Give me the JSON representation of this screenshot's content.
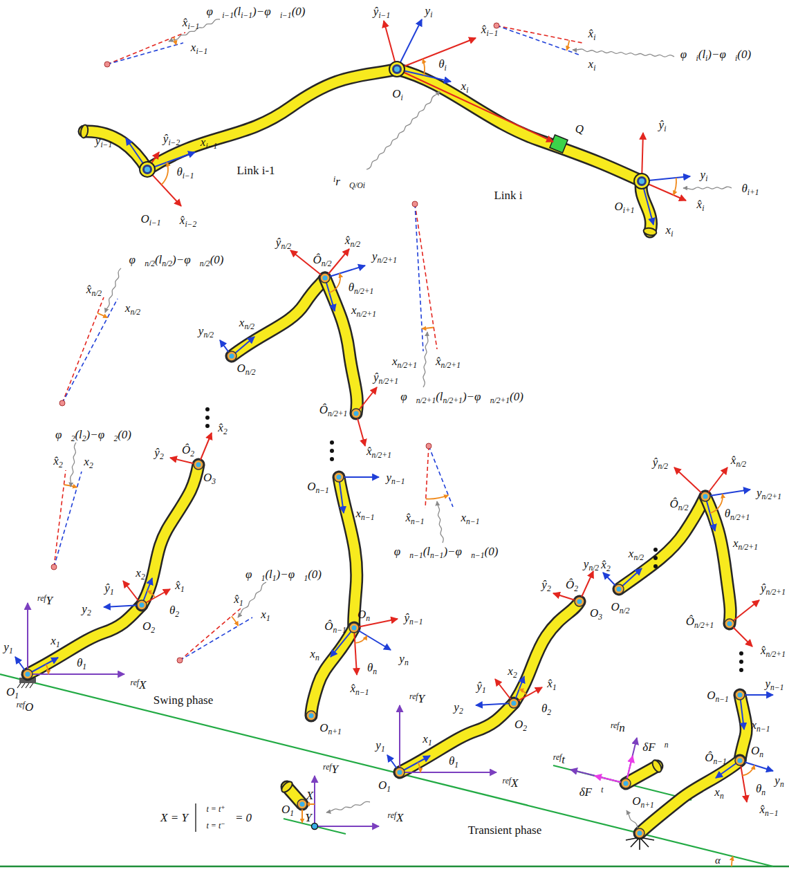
{
  "diagram": {
    "labels": [
      "x̂i−1",
      "φ⃗i−1(li−1)−φ⃗i−1(0)",
      "xi−1",
      "ŷi−1",
      "yi",
      "x̂i−1",
      "θi",
      "Oi",
      "xi",
      "x̂i",
      "φ⃗i(li)−φ⃗i(0)",
      "xi",
      "yi−1",
      "ŷi−2",
      "xi−1",
      "θi−1",
      "Link i-1",
      "Q",
      "ir⃗Q/Oi",
      "Link i",
      "ŷi",
      "yi",
      "θi+1",
      "Oi−1",
      "x̂i−2",
      "Oi+1",
      "x̂i",
      "xi",
      "ŷn/2",
      "x̂n/2",
      "Ôn/2",
      "yn/2+1",
      "φ⃗n/2(ln/2)−φ⃗n/2(0)",
      "x̂n/2",
      "xn/2",
      "θn/2+1",
      "xn/2",
      "xn/2+1",
      "yn/2",
      "On/2",
      "ŷn/2+1",
      "Ôn/2+1",
      "x̂n/2+1",
      "x̂n/2+1",
      "xn/2+1",
      "φ⃗n/2+1(ln/2+1)−φ⃗n/2+1(0)",
      "φ⃗2(l2)−φ⃗2(0)",
      "x̂2",
      "x2",
      "ŷ2",
      "Ô2",
      "O3",
      "x̂2",
      "On−1",
      "yn−1",
      "xn−1",
      "x̂n−1",
      "xn−1",
      "φ⃗n−1(ln−1)−φ⃗n−1(0)",
      "φ⃗1(l1)−φ⃗1(0)",
      "x̂1",
      "x1",
      "x2",
      "ŷ1",
      "x̂1",
      "y2",
      "θ2",
      "O2",
      "Ôn−1",
      "On",
      "ŷn−1",
      "θn",
      "yn",
      "xn",
      "x̂n−1",
      "refY",
      "y1",
      "x1",
      "θ1",
      "refX",
      "O1",
      "refO",
      "Swing phase",
      "On+1",
      "ŷn/2",
      "x̂n/2",
      "Ôn/2",
      "yn/2+1",
      "θn/2+1",
      "yn/2",
      "xn/2",
      "xn/2+1",
      "On/2",
      "ŷn/2+1",
      "Ôn/2+1",
      "x̂n/2+1",
      "On−1",
      "yn−1",
      "xn−1",
      "On",
      "Ôn−1",
      "θn",
      "yn",
      "xn",
      "x̂n−1",
      "ŷ2",
      "Ô2",
      "O3",
      "x̂2",
      "x2",
      "ŷ1",
      "x̂1",
      "y2",
      "θ2",
      "O2",
      "refY",
      "y1",
      "x1",
      "θ1",
      "refX",
      "O1",
      "refn⃗",
      "δF⃗n",
      "reft⃗",
      "δF⃗t",
      "On+1",
      "Transient phase",
      "refY",
      "X",
      "O1",
      "Y",
      "refX",
      "X = Y",
      "t = t⁺",
      "t = t⁻",
      "= 0",
      "α"
    ]
  }
}
